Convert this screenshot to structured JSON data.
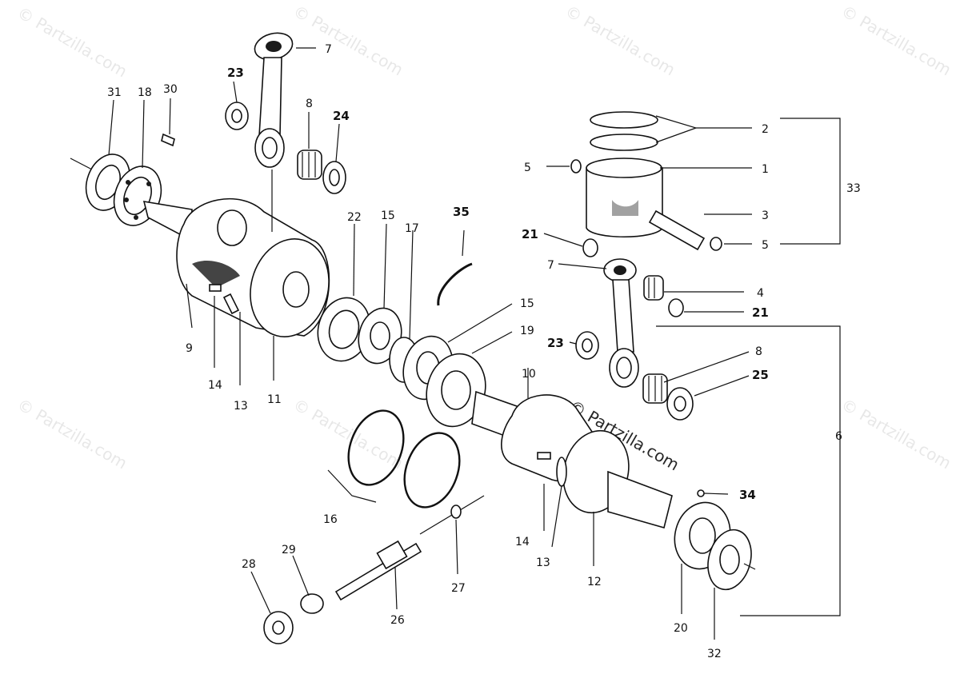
{
  "watermark": {
    "text": "© Partzilla.com"
  },
  "callouts": [
    {
      "id": "7a",
      "text": "7",
      "bold": false
    },
    {
      "id": "23a",
      "text": "23",
      "bold": true
    },
    {
      "id": "8a",
      "text": "8",
      "bold": false
    },
    {
      "id": "24",
      "text": "24",
      "bold": true
    },
    {
      "id": "31",
      "text": "31",
      "bold": false
    },
    {
      "id": "18",
      "text": "18",
      "bold": false
    },
    {
      "id": "30",
      "text": "30",
      "bold": false
    },
    {
      "id": "2",
      "text": "2",
      "bold": false
    },
    {
      "id": "5a",
      "text": "5",
      "bold": false
    },
    {
      "id": "1",
      "text": "1",
      "bold": false
    },
    {
      "id": "33",
      "text": "33",
      "bold": false
    },
    {
      "id": "3",
      "text": "3",
      "bold": false
    },
    {
      "id": "5b",
      "text": "5",
      "bold": false
    },
    {
      "id": "35",
      "text": "35",
      "bold": true
    },
    {
      "id": "21a",
      "text": "21",
      "bold": true
    },
    {
      "id": "22",
      "text": "22",
      "bold": false
    },
    {
      "id": "15a",
      "text": "15",
      "bold": false
    },
    {
      "id": "17",
      "text": "17",
      "bold": false
    },
    {
      "id": "7b",
      "text": "7",
      "bold": false
    },
    {
      "id": "4",
      "text": "4",
      "bold": false
    },
    {
      "id": "21b",
      "text": "21",
      "bold": true
    },
    {
      "id": "15b",
      "text": "15",
      "bold": false
    },
    {
      "id": "19",
      "text": "19",
      "bold": false
    },
    {
      "id": "23b",
      "text": "23",
      "bold": true
    },
    {
      "id": "8b",
      "text": "8",
      "bold": false
    },
    {
      "id": "25",
      "text": "25",
      "bold": true
    },
    {
      "id": "9",
      "text": "9",
      "bold": false
    },
    {
      "id": "14a",
      "text": "14",
      "bold": false
    },
    {
      "id": "13a",
      "text": "13",
      "bold": false
    },
    {
      "id": "11",
      "text": "11",
      "bold": false
    },
    {
      "id": "10",
      "text": "10",
      "bold": false
    },
    {
      "id": "6",
      "text": "6",
      "bold": false
    },
    {
      "id": "16",
      "text": "16",
      "bold": false
    },
    {
      "id": "34",
      "text": "34",
      "bold": true
    },
    {
      "id": "14b",
      "text": "14",
      "bold": false
    },
    {
      "id": "13b",
      "text": "13",
      "bold": false
    },
    {
      "id": "12",
      "text": "12",
      "bold": false
    },
    {
      "id": "28",
      "text": "28",
      "bold": false
    },
    {
      "id": "29",
      "text": "29",
      "bold": false
    },
    {
      "id": "27",
      "text": "27",
      "bold": false
    },
    {
      "id": "26",
      "text": "26",
      "bold": false
    },
    {
      "id": "20",
      "text": "20",
      "bold": false
    },
    {
      "id": "32",
      "text": "32",
      "bold": false
    }
  ]
}
